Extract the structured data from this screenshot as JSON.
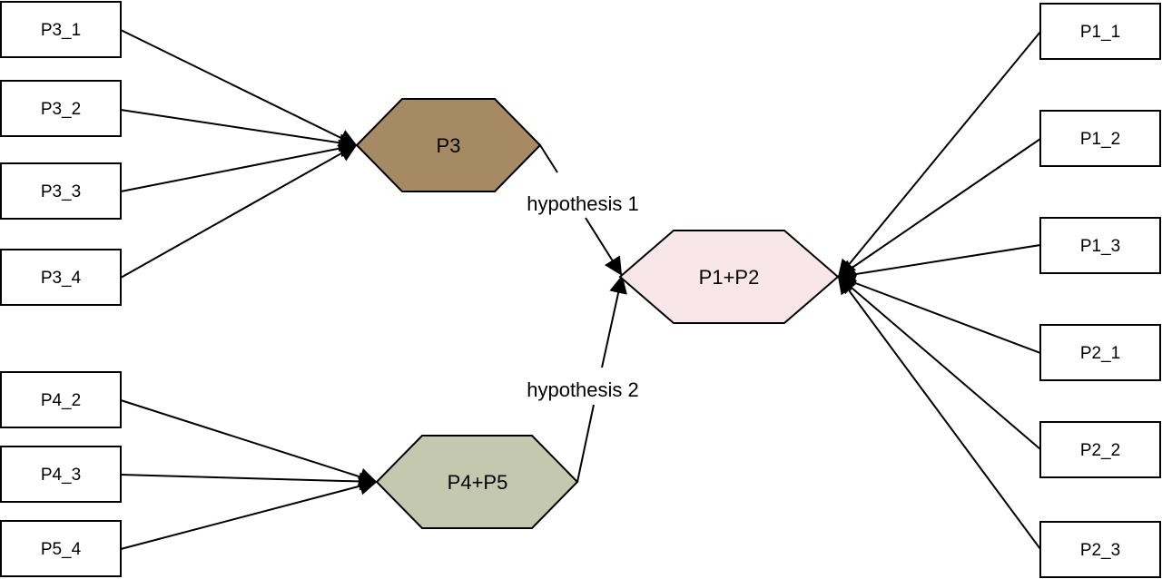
{
  "nodes": {
    "p3_1": {
      "label": "P3_1"
    },
    "p3_2": {
      "label": "P3_2"
    },
    "p3_3": {
      "label": "P3_3"
    },
    "p3_4": {
      "label": "P3_4"
    },
    "p4_2": {
      "label": "P4_2"
    },
    "p4_3": {
      "label": "P4_3"
    },
    "p5_4": {
      "label": "P5_4"
    },
    "p1_1": {
      "label": "P1_1"
    },
    "p1_2": {
      "label": "P1_2"
    },
    "p1_3": {
      "label": "P1_3"
    },
    "p2_1": {
      "label": "P2_1"
    },
    "p2_2": {
      "label": "P2_2"
    },
    "p2_3": {
      "label": "P2_3"
    },
    "p3": {
      "label": "P3",
      "color": "#A68A64"
    },
    "p4p5": {
      "label": "P4+P5",
      "color": "#C4C8AE"
    },
    "p1p2": {
      "label": "P1+P2",
      "color": "#F8E6E8"
    }
  },
  "edges": {
    "hypothesis_1": {
      "label": "hypothesis 1"
    },
    "hypothesis_2": {
      "label": "hypothesis 2"
    }
  }
}
